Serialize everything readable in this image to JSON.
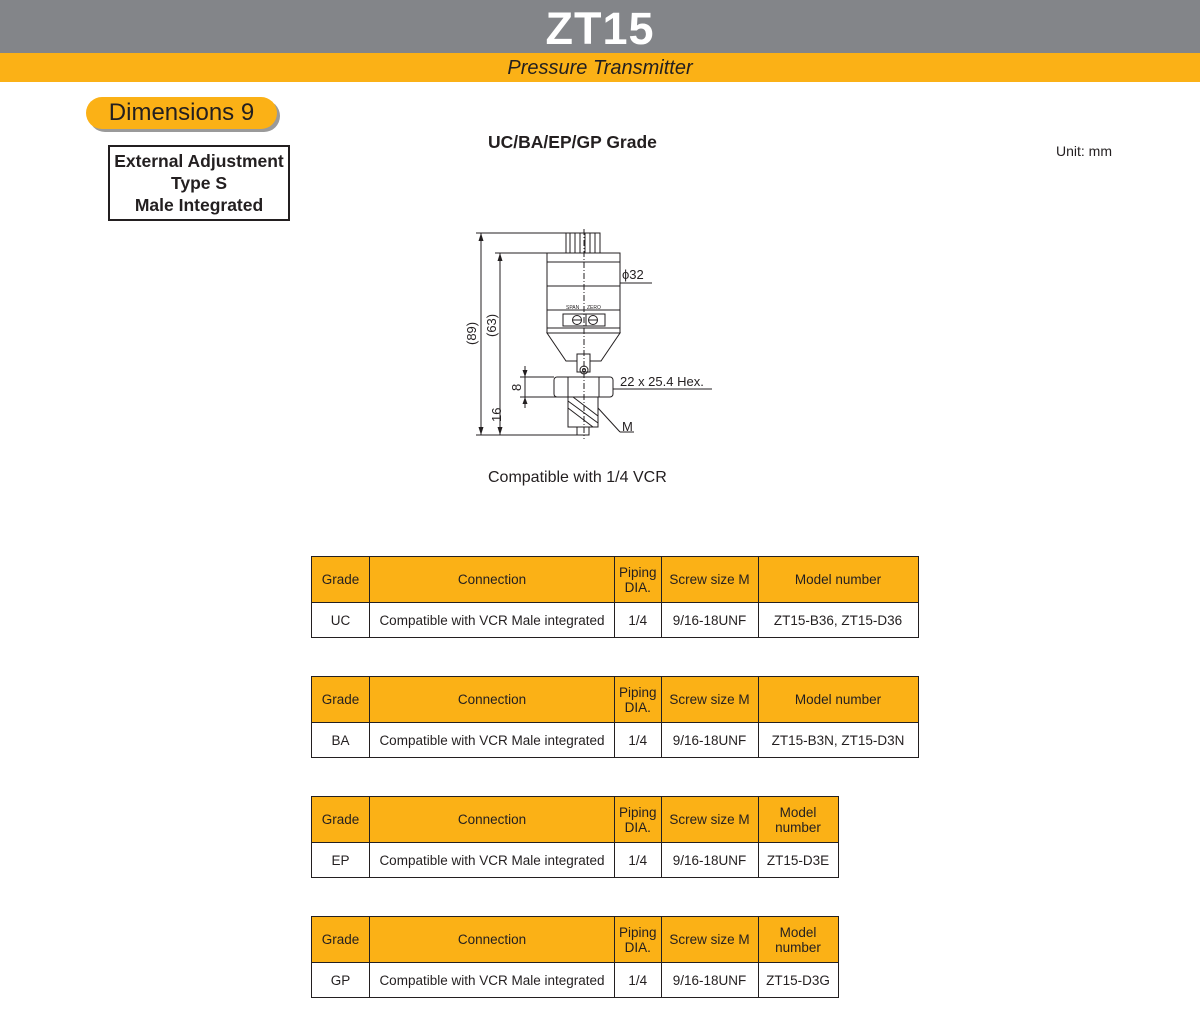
{
  "header": {
    "title": "ZT15",
    "subtitle": "Pressure Transmitter"
  },
  "section": {
    "badge": "Dimensions 9",
    "type_lines": [
      "External Adjustment",
      "Type S",
      "Male Integrated"
    ],
    "grade_heading": "UC/BA/EP/GP Grade",
    "unit": "Unit: mm"
  },
  "drawing": {
    "dim_diameter": "ϕ32",
    "dim_total": "(89)",
    "dim_body": "(63)",
    "dim_hex_h": "8",
    "dim_fitting": "16",
    "hex_label": "22 x 25.4 Hex.",
    "thread_label": "M",
    "span_label": "SPAN",
    "zero_label": "ZERO",
    "caption": "Compatible with 1/4 VCR"
  },
  "tables": [
    {
      "headers": {
        "grade": "Grade",
        "connection": "Connection",
        "piping_1": "Piping",
        "piping_2": "DIA.",
        "screw": "Screw size M",
        "model_1": "Model number",
        "model_2": ""
      },
      "row": {
        "grade": "UC",
        "connection": "Compatible with VCR Male integrated",
        "piping": "1/4",
        "screw": "9/16-18UNF",
        "model": "ZT15-B36, ZT15-D36"
      }
    },
    {
      "headers": {
        "grade": "Grade",
        "connection": "Connection",
        "piping_1": "Piping",
        "piping_2": "DIA.",
        "screw": "Screw size M",
        "model_1": "Model number",
        "model_2": ""
      },
      "row": {
        "grade": "BA",
        "connection": "Compatible with VCR Male integrated",
        "piping": "1/4",
        "screw": "9/16-18UNF",
        "model": "ZT15-B3N, ZT15-D3N"
      }
    },
    {
      "headers": {
        "grade": "Grade",
        "connection": "Connection",
        "piping_1": "Piping",
        "piping_2": "DIA.",
        "screw": "Screw size M",
        "model_1": "Model",
        "model_2": "number"
      },
      "row": {
        "grade": "EP",
        "connection": "Compatible with VCR Male integrated",
        "piping": "1/4",
        "screw": "9/16-18UNF",
        "model": "ZT15-D3E"
      }
    },
    {
      "headers": {
        "grade": "Grade",
        "connection": "Connection",
        "piping_1": "Piping",
        "piping_2": "DIA.",
        "screw": "Screw size M",
        "model_1": "Model",
        "model_2": "number"
      },
      "row": {
        "grade": "GP",
        "connection": "Compatible with VCR Male integrated",
        "piping": "1/4",
        "screw": "9/16-18UNF",
        "model": "ZT15-D3G"
      }
    }
  ],
  "colors": {
    "header_gray": "#838589",
    "accent_orange": "#fbb116"
  }
}
